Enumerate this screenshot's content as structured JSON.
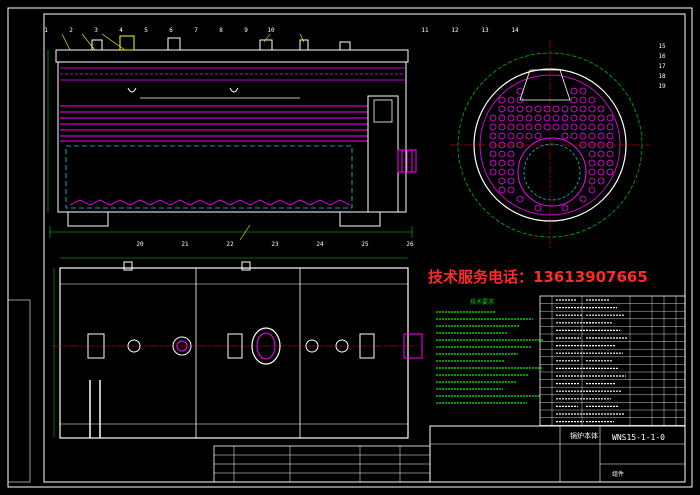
{
  "drawing": {
    "hotline": "技术服务电话：13613907665",
    "model_code": "WNS15-1-1-0",
    "title_name": "锅炉本体",
    "material_label": "组件",
    "balloon_numbers_left": [
      "1",
      "2",
      "3",
      "4",
      "5",
      "6",
      "7",
      "8",
      "9",
      "10"
    ],
    "balloon_numbers_right": [
      "11",
      "12",
      "13",
      "14",
      "15",
      "16",
      "17",
      "18",
      "19"
    ],
    "balloon_numbers_bottom": [
      "20",
      "21",
      "22",
      "23",
      "24",
      "25",
      "26"
    ],
    "tech_requirements_title": "技术要求",
    "colors": {
      "background": "#000000",
      "border": "#ffffff",
      "outline": "#ffffff",
      "hotline": "#ff2a2a",
      "magenta": "#ff00ff",
      "green": "#00d000",
      "cyan": "#00d5ff",
      "yellow": "#ffff00",
      "red": "#ff0000"
    }
  }
}
